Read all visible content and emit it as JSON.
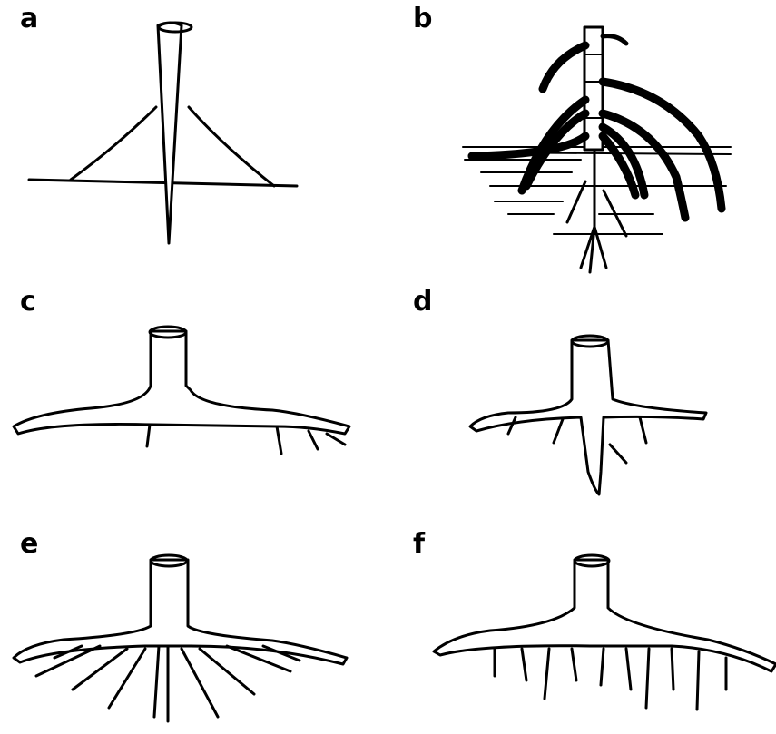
{
  "panels": [
    {
      "letter": "a",
      "type": "taproot-with-guy-lines"
    },
    {
      "letter": "b",
      "type": "mangrove-prop-roots"
    },
    {
      "letter": "c",
      "type": "shallow-plate-root"
    },
    {
      "letter": "d",
      "type": "plate-root-with-sinker"
    },
    {
      "letter": "e",
      "type": "heart-root-system"
    },
    {
      "letter": "f",
      "type": "plate-root-with-multiple-sinkers"
    }
  ]
}
